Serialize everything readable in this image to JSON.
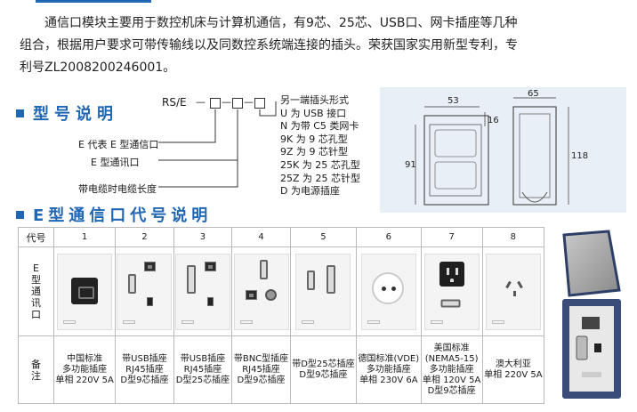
{
  "intro_lines": [
    "通信口模块主要用于数控机床与计算机通信，有9芯、25芯、USB口、网卡插座等几种",
    "组合，根据用户要求可带传输线以及同数控系统端连接的插头。荣获国家实用新型专利，专",
    "利号ZL2008200246001。"
  ],
  "section1_title": "型号说明",
  "section2_title": "E型通信口代号说明",
  "model": {
    "prefix": "RS/E",
    "dash": "—",
    "labels": {
      "e_code": "E 代表 E 型通信口",
      "e_port": "E 型通讯口",
      "cable_len": "带电缆时电缆长度"
    },
    "options": [
      "另一端插头形式",
      "U 为 USB 接口",
      "N 为带 C5 类网卡",
      "9K 为 9 芯孔型",
      "9Z 为 9 芯针型",
      "25K 为 25 芯孔型",
      "25Z 为 25 芯针型",
      "D 为电源插座"
    ]
  },
  "drawing": {
    "dim_width": "65",
    "dim_inner": "53",
    "dim_small": "16",
    "dim_h1": "91",
    "dim_h2": "118"
  },
  "table": {
    "code_label": "代号",
    "port_label": "E型通讯口",
    "note_label": "备注",
    "codes": [
      "1",
      "2",
      "3",
      "4",
      "5",
      "6",
      "7",
      "8"
    ],
    "notes": [
      [
        "中国标准",
        "多功能插座",
        "单相 220V 5A"
      ],
      [
        "带USB插座",
        "RJ45插座",
        "D型9芯插座"
      ],
      [
        "带USB插座",
        "RJ45插座",
        "D型25芯插座"
      ],
      [
        "带BNC型插座",
        "RJ45插座",
        "D型9芯插座"
      ],
      [
        "带D型25芯插座",
        "D型9芯插座"
      ],
      [
        "德国标准(VDE)",
        "多功能插座",
        "单相 230V 6A"
      ],
      [
        "美国标准",
        "(NEMA5-15)",
        "多功能插座",
        "单相 120V 5A",
        "D型9芯插座"
      ],
      [
        "澳大利亚",
        "单相 220V 5A"
      ]
    ]
  },
  "colors": {
    "accent": "#1f66b3",
    "drawing_bg": "#e9eff6"
  }
}
